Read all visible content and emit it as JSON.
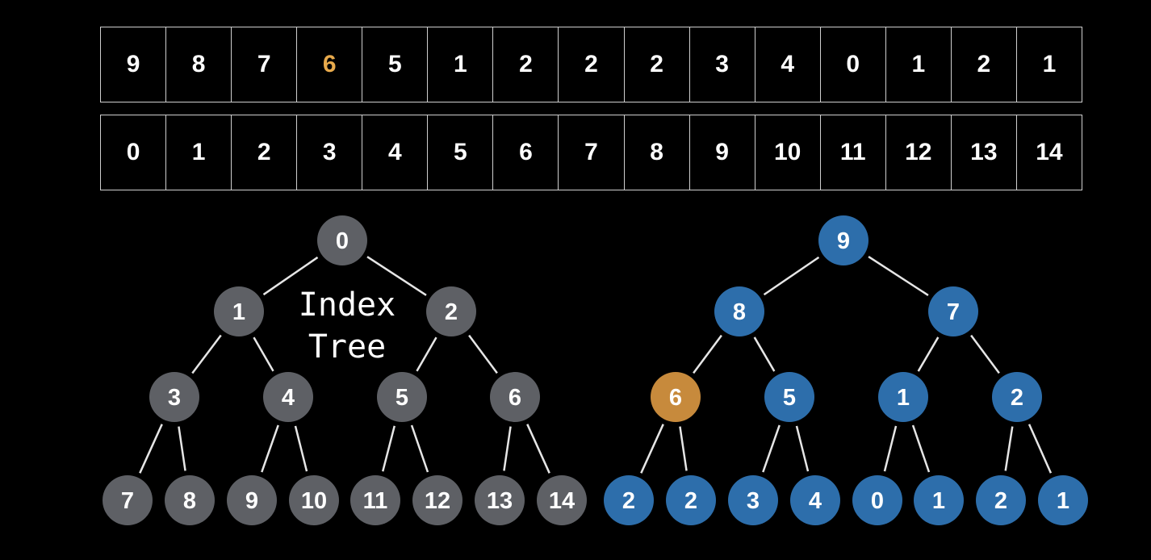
{
  "array": {
    "values": [
      "9",
      "8",
      "7",
      "6",
      "5",
      "1",
      "2",
      "2",
      "2",
      "3",
      "4",
      "0",
      "1",
      "2",
      "1"
    ],
    "indices": [
      "0",
      "1",
      "2",
      "3",
      "4",
      "5",
      "6",
      "7",
      "8",
      "9",
      "10",
      "11",
      "12",
      "13",
      "14"
    ],
    "highlight_index": 3
  },
  "index_tree": {
    "title_line1": "Index",
    "title_line2": "Tree",
    "labels": [
      "0",
      "1",
      "2",
      "3",
      "4",
      "5",
      "6",
      "7",
      "8",
      "9",
      "10",
      "11",
      "12",
      "13",
      "14"
    ]
  },
  "value_tree": {
    "labels": [
      "9",
      "8",
      "7",
      "6",
      "5",
      "1",
      "2",
      "2",
      "2",
      "3",
      "4",
      "0",
      "1",
      "2",
      "1"
    ],
    "highlight_index": 3
  },
  "colors": {
    "gray_node": "#5e6065",
    "blue_node": "#2d6eab",
    "highlight_node": "#c78a3c",
    "highlight_text": "#e8aa4c",
    "edge": "#e6e6e6"
  }
}
